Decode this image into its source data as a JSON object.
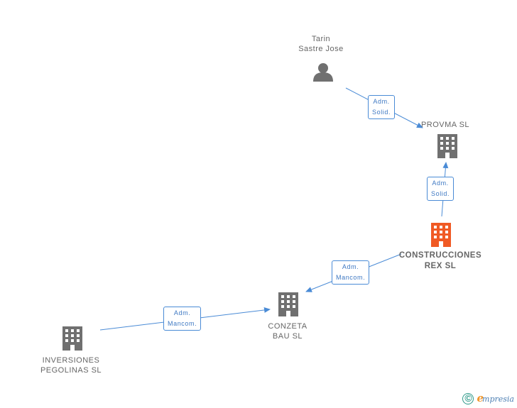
{
  "colors": {
    "building": "#707070",
    "building_main": "#f05a24",
    "person": "#707070",
    "edge": "#4a8bd6"
  },
  "nodes": {
    "tarin": {
      "type": "person",
      "line1": "Tarin",
      "line2": "Sastre Jose"
    },
    "provma": {
      "type": "company",
      "line1": "PROVMA SL"
    },
    "construcciones": {
      "type": "company-main",
      "line1": "CONSTRUCCIONES",
      "line2": "REX SL"
    },
    "conzeta": {
      "type": "company",
      "line1": "CONZETA",
      "line2": "BAU SL"
    },
    "inversiones": {
      "type": "company",
      "line1": "INVERSIONES",
      "line2": "PEGOLINAS SL"
    }
  },
  "edges": [
    {
      "id": "tarin-provma",
      "line1": "Adm.",
      "line2": "Solid."
    },
    {
      "id": "construcciones-provma",
      "line1": "Adm.",
      "line2": "Solid."
    },
    {
      "id": "construcciones-conzeta",
      "line1": "Adm.",
      "line2": "Mancom."
    },
    {
      "id": "inversiones-conzeta",
      "line1": "Adm.",
      "line2": "Mancom."
    }
  ],
  "footer": {
    "copyright": "©",
    "brand_initial": "e",
    "brand_rest": "mpresia"
  }
}
